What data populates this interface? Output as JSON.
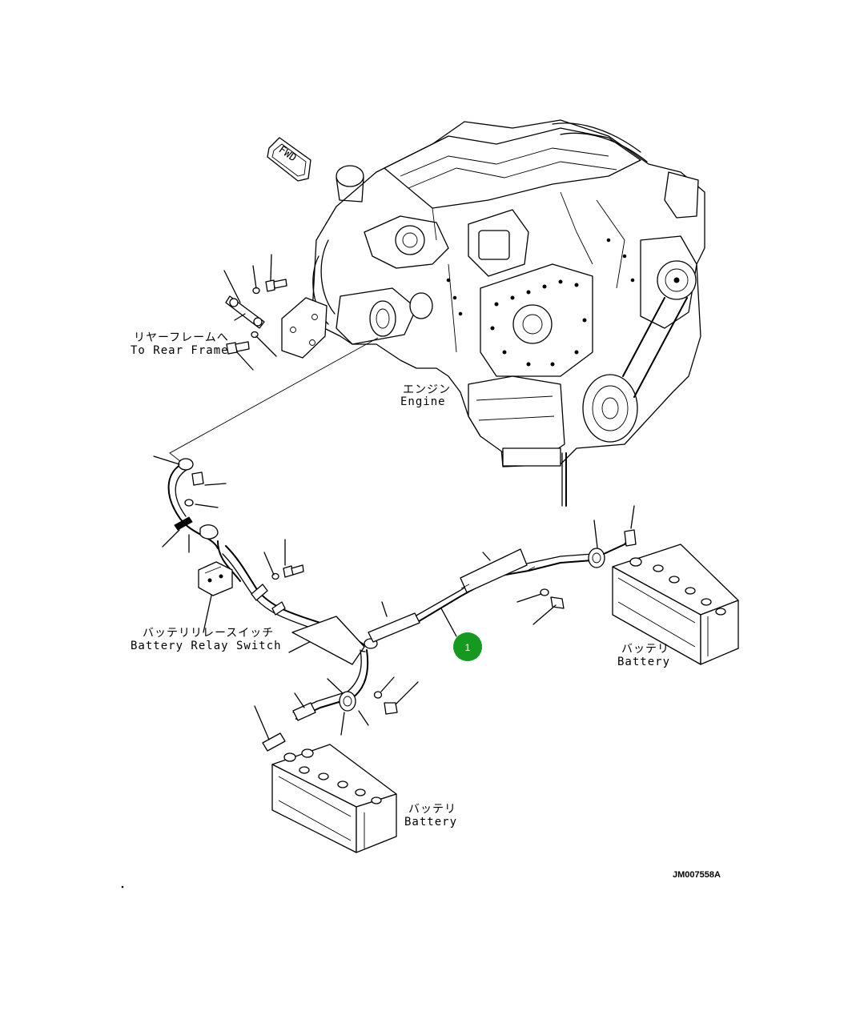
{
  "labels": {
    "fwd": "FWD",
    "rear_frame_jp": "リヤーフレームへ",
    "rear_frame_en": "To Rear Frame",
    "engine_jp": "エンジン",
    "engine_en": "Engine",
    "relay_switch_jp": "バッテリリレースイッチ",
    "relay_switch_en": "Battery Relay Switch",
    "battery_right_jp": "バッテリ",
    "battery_right_en": "Battery",
    "battery_left_jp": "バッテリ",
    "battery_left_en": "Battery",
    "drawing_code": "JM007558A"
  },
  "callouts": [
    {
      "number": "1",
      "color": "#149a1e"
    }
  ]
}
